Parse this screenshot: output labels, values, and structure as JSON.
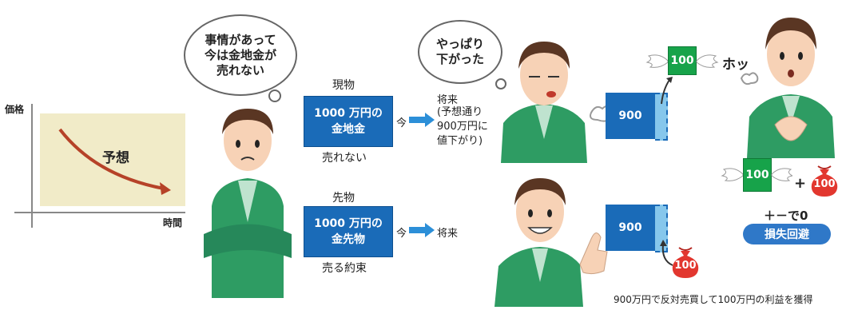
{
  "chart": {
    "ylabel": "価格",
    "xlabel": "時間",
    "forecast": "予想"
  },
  "thought_bubble_left": [
    "事情があって",
    "今は金地金が",
    "売れない"
  ],
  "spot": {
    "header": "現物",
    "box": [
      "1000 万円の",
      "金地金"
    ],
    "caption": "売れない",
    "now": "今",
    "future_label": "将来",
    "future_note": [
      "(予想通り",
      "900万円に",
      "値下がり)"
    ]
  },
  "futures": {
    "header": "先物",
    "box": [
      "1000 万円の",
      "金先物"
    ],
    "caption": "売る約束",
    "now": "今",
    "future_label": "将来"
  },
  "thought_bubble_right": [
    "やっぱり",
    "下がった"
  ],
  "values": {
    "box_top": "900",
    "box_bottom": "900",
    "bill_top": "100",
    "bill_right": "100",
    "bag_bottom": "100",
    "bag_right": "100"
  },
  "result": {
    "relief": "ホッ",
    "plus": "+",
    "equation": "＋－で0",
    "badge": "損失回避"
  },
  "footer": "900万円で反対売買して100万円の利益を獲得",
  "colors": {
    "blue_box": "#1a6bb8",
    "light_blue": "#86c7ec",
    "green_bill": "#17a34a",
    "bag_red": "#e2372f",
    "chart_bg": "#f1ebc8",
    "curve": "#b64228"
  }
}
